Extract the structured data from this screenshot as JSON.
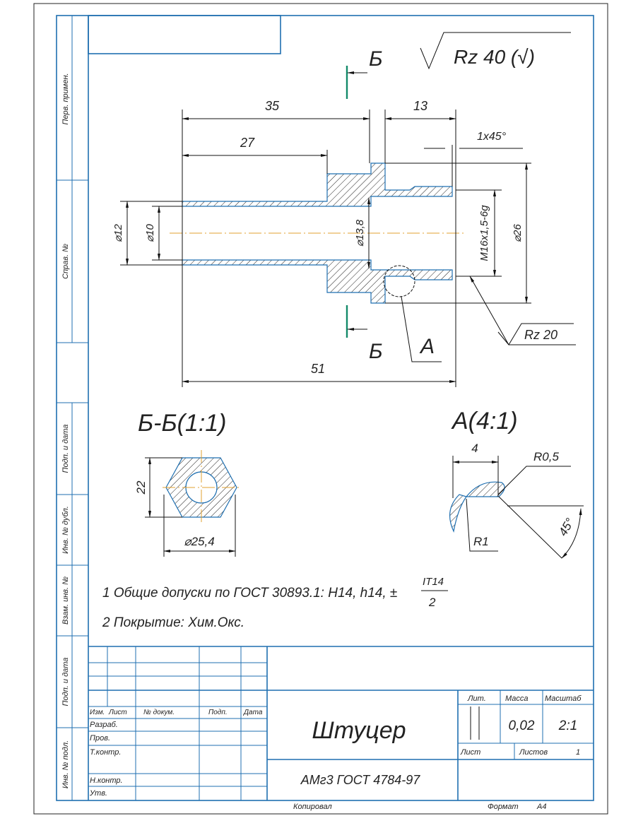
{
  "side_strip": [
    "Перв. примен.",
    "Справ. №",
    "Подп. и дата",
    "Инв. № дубл.",
    "Взам. инв. №",
    "Подп. и дата",
    "Инв. № подл."
  ],
  "roughness_general": "Rz 40 (√)",
  "section_mark": "Б",
  "detail_mark": "A",
  "dimensions": {
    "d35": "35",
    "d27": "27",
    "d13": "13",
    "d51": "51",
    "chamfer": "1x45°",
    "dia12": "⌀12",
    "dia10": "⌀10",
    "dia13_8": "⌀13,8",
    "thread": "M16x1,5-6g",
    "dia26": "⌀26",
    "rz20": "Rz 20"
  },
  "section_view": {
    "title": "Б-Б(1:1)",
    "height": "22",
    "width": "⌀25,4"
  },
  "detail_view": {
    "title": "A(4:1)",
    "width": "4",
    "r05": "R0,5",
    "r1": "R1",
    "angle": "45°"
  },
  "notes": [
    "1 Общие допуски по ГОСТ 30893.1: H14, h14, ±",
    "2 Покрытие: Хим.Окс."
  ],
  "note_fraction": {
    "num": "IT14",
    "den": "2"
  },
  "title_block": {
    "headers": [
      "Изм.",
      "Лист",
      "№ докум.",
      "Подп.",
      "Дата"
    ],
    "roles": [
      "Разраб.",
      "Пров.",
      "Т.контр.",
      "Н.контр.",
      "Утв."
    ],
    "name": "Штуцер",
    "material": "АМг3 ГОСТ 4784-97",
    "lit_label": "Лит.",
    "mass_label": "Масса",
    "scale_label": "Масштаб",
    "mass": "0,02",
    "scale": "2:1",
    "sheet_label": "Лист",
    "sheets_label": "Листов",
    "sheets": "1",
    "copied": "Копировал",
    "format_label": "Формат",
    "format": "A4"
  }
}
